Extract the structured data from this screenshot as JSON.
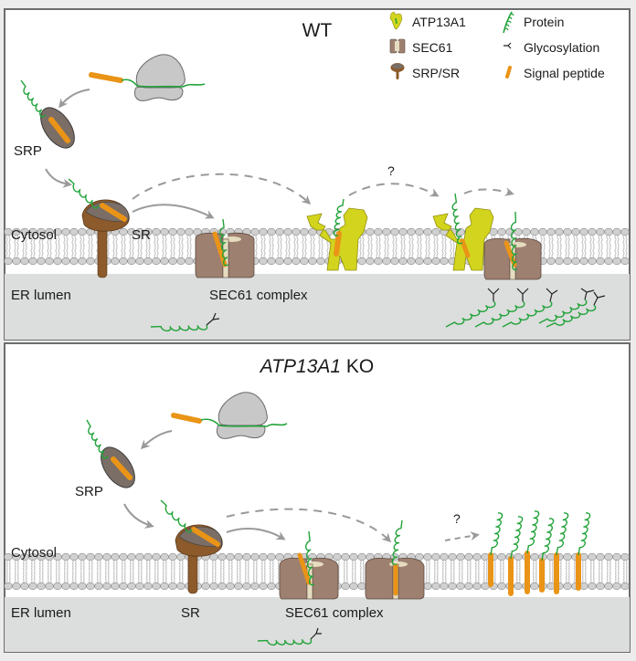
{
  "colors": {
    "atp13a1": "#d3d41e",
    "atp13a1_stroke": "#8f8f12",
    "sec61": "#9e8070",
    "sec61_stroke": "#5a4a40",
    "sec61_pore": "#e6dcc0",
    "srp_body": "#7a6e66",
    "sr_brown": "#8c5a2b",
    "protein": "#22a33a",
    "signal_peptide": "#ea9417",
    "ribosome": "#c8c8c8",
    "lumen": "#dcdddd",
    "membrane_head": "#d0d0d0",
    "arrow": "#9a9a9a",
    "glyco": "#222222"
  },
  "legend": {
    "items": [
      {
        "icon": "atp13a1-icon",
        "label": "ATP13A1"
      },
      {
        "icon": "sec61-icon",
        "label": "SEC61"
      },
      {
        "icon": "srp-sr-icon",
        "label": "SRP/SR"
      },
      {
        "icon": "protein-icon",
        "label": "Protein"
      },
      {
        "icon": "glycosylation-icon",
        "label": "Glycosylation"
      },
      {
        "icon": "signal-peptide-icon",
        "label": "Signal peptide"
      }
    ]
  },
  "panels": {
    "wt": {
      "title": "WT",
      "srp_label": "SRP",
      "sr_label": "SR",
      "cytosol_label": "Cytosol",
      "lumen_label": "ER lumen",
      "sec61_label": "SEC61 complex",
      "question_mark": "?"
    },
    "ko": {
      "title_gene": "ATP13A1",
      "title_suffix": " KO",
      "srp_label": "SRP",
      "sr_label": "SR",
      "cytosol_label": "Cytosol",
      "lumen_label": "ER lumen",
      "sec61_label": "SEC61 complex",
      "question_mark": "?"
    }
  }
}
